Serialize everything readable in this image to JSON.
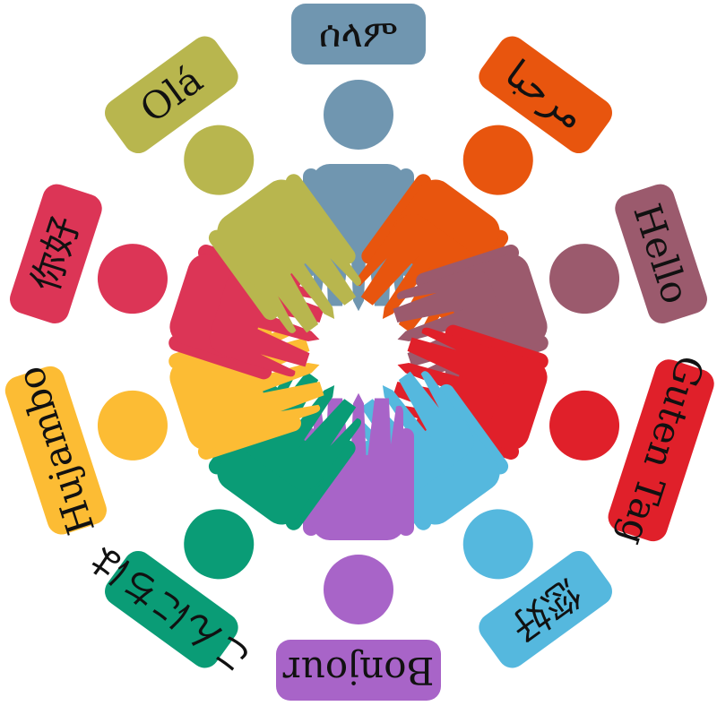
{
  "greetings": [
    {
      "text": "ሰላም",
      "color": "#7096b0"
    },
    {
      "text": "مرحبا",
      "color": "#e8550e"
    },
    {
      "text": "Hello",
      "color": "#9b5a6d"
    },
    {
      "text": "Guten Tag",
      "color": "#e0202a"
    },
    {
      "text": "您好",
      "color": "#55b8de"
    },
    {
      "text": "Bonjour",
      "color": "#a864c8"
    },
    {
      "text": "こんにちは",
      "color": "#0a9c76"
    },
    {
      "text": "Hujambo",
      "color": "#fcbc34"
    },
    {
      "text": "你好",
      "color": "#dc3556"
    },
    {
      "text": "Olá",
      "color": "#b8b64e"
    }
  ]
}
